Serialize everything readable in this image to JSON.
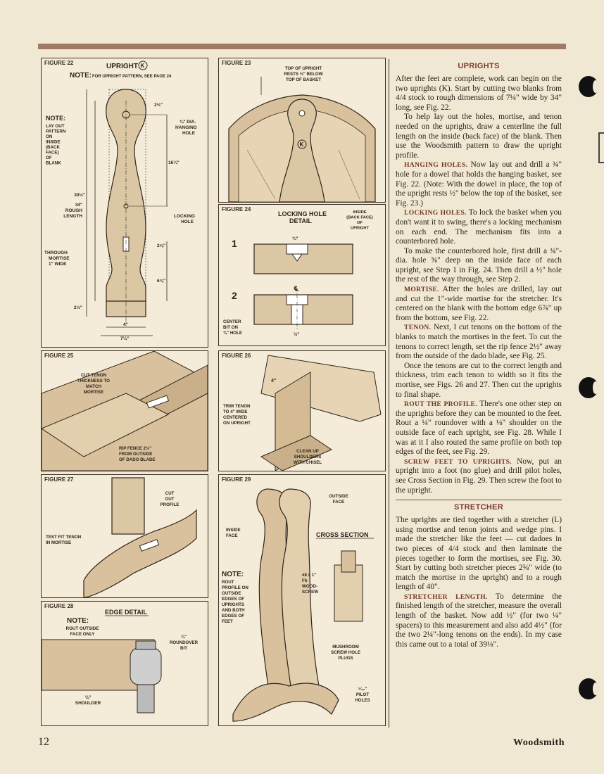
{
  "page": {
    "number": "12",
    "brand": "Woodsmith"
  },
  "figures": {
    "f22": {
      "label": "FIGURE 22",
      "title": "UPRIGHT",
      "key": "K",
      "note_head": "NOTE:",
      "note_rest": "FOR UPRIGHT PATTERN, SEE PAGE 24",
      "side_note": [
        "NOTE:",
        "LAY OUT",
        "PATTERN",
        "ON",
        "INSIDE",
        "(BACK",
        "FACE)",
        "OF",
        "BLANK"
      ],
      "dims": [
        "2½\"",
        "¾\" DIA.",
        "HANGING",
        "HOLE",
        "16¼\"",
        "30½\"",
        "34\"",
        "ROUGH",
        "LENGTH",
        "LOCKING",
        "HOLE",
        "2⅝\"",
        "THROUGH",
        "MORTISE",
        "1\" WIDE",
        "6⅞\"",
        "2½\"",
        "4\"",
        "7¼\""
      ]
    },
    "f23": {
      "label": "FIGURE 23",
      "callout": [
        "TOP OF UPRIGHT",
        "RESTS ½\" BELOW",
        "TOP OF BASKET"
      ],
      "key": "K"
    },
    "f24": {
      "label": "FIGURE 24",
      "title": [
        "LOCKING HOLE",
        "DETAIL"
      ],
      "inside": [
        "INSIDE",
        "(BACK FACE)",
        "OF",
        "UPRIGHT"
      ],
      "step1": "1",
      "step2": "2",
      "d1": "¾\"",
      "d2": "⅝\"",
      "d3": "½\"",
      "center": [
        "CENTER",
        "BIT ON",
        "¾\" HOLE"
      ],
      "cl": "℄"
    },
    "f25": {
      "label": "FIGURE 25",
      "cut": [
        "CUT TENON",
        "THICKNESS TO",
        "MATCH",
        "MORTISE"
      ],
      "rip": [
        "RIP FENCE 2½\"",
        "FROM OUTSIDE",
        "OF DADO BLADE"
      ]
    },
    "f26": {
      "label": "FIGURE 26",
      "dim": "4\"",
      "trim": [
        "TRIM TENON",
        "TO 4\" WIDE",
        "CENTERED",
        "ON UPRIGHT"
      ],
      "clean": [
        "CLEAN UP",
        "SHOULDERS",
        "WITH CHISEL"
      ]
    },
    "f27": {
      "label": "FIGURE 27",
      "cut": [
        "CUT",
        "OUT",
        "PROFILE"
      ],
      "test": [
        "TEST FIT TENON",
        "IN MORTISE"
      ]
    },
    "f28": {
      "label": "FIGURE 28",
      "title": "EDGE DETAIL",
      "note": [
        "NOTE:",
        "ROUT OUTSIDE",
        "FACE ONLY"
      ],
      "bit": [
        "¼\"",
        "ROUNDOVER",
        "BIT"
      ],
      "shoulder": [
        "⅛\"",
        "SHOULDER"
      ]
    },
    "f29": {
      "label": "FIGURE 29",
      "outside": [
        "OUTSIDE",
        "FACE"
      ],
      "inside": [
        "INSIDE",
        "FACE"
      ],
      "cross": "CROSS SECTION",
      "note": [
        "NOTE:",
        "ROUT",
        "PROFILE ON",
        "OUTSIDE",
        "EDGES OF",
        "UPRIGHTS",
        "AND BOTH",
        "EDGES OF",
        "FEET"
      ],
      "screw": [
        "#8 x 1\"",
        "Fh",
        "WOOD-",
        "SCREW"
      ],
      "plugs": [
        "MUSHROOM",
        "SCREW HOLE",
        "PLUGS"
      ],
      "pilot": [
        "⁵⁄₃₂\"",
        "PILOT",
        "HOLES"
      ]
    }
  },
  "text": {
    "h1": "UPRIGHTS",
    "p1": "After the feet are complete, work can begin on the two uprights (K). Start by cutting two blanks from 4/4 stock to rough dimensions of 7¼\" wide by 34\" long, see Fig. 22.",
    "p2": "To help lay out the holes, mortise, and tenon needed on the uprights, draw a centerline the full length on the inside (back face) of the blank. Then use the Woodsmith pattern to draw the upright profile.",
    "p3h": "HANGING HOLES.",
    "p3": " Now lay out and drill a ¾\" hole for a dowel that holds the hanging basket, see Fig. 22. (Note: With the dowel in place, the top of the upright rests ½\" below the top of the basket, see Fig. 23.)",
    "p4h": "LOCKING HOLES.",
    "p4": " To lock the basket when you don't want it to swing, there's a locking mechanism on each end. The mechanism fits into a counterbored hole.",
    "p5": "To make the counterbored hole, first drill a ¾\"-dia. hole ⅝\" deep on the inside face of each upright, see Step 1 in Fig. 24. Then drill a ½\" hole the rest of the way through, see Step 2.",
    "p6h": "MORTISE.",
    "p6": " After the holes are drilled, lay out and cut the 1\"-wide mortise for the stretcher. It's centered on the blank with the bottom edge 6⅞\" up from the bottom, see Fig. 22.",
    "p7h": "TENON.",
    "p7": " Next, I cut tenons on the bottom of the blanks to match the mortises in the feet. To cut the tenons to correct length, set the rip fence 2½\" away from the outside of the dado blade, see Fig. 25.",
    "p8": "Once the tenons are cut to the correct length and thickness, trim each tenon to width so it fits the mortise, see Figs. 26 and 27. Then cut the uprights to final shape.",
    "p9h": "ROUT THE PROFILE.",
    "p9": " There's one other step on the uprights before they can be mounted to the feet. Rout a ¼\" roundover with a ⅛\" shoulder on the outside face of each upright, see Fig. 28. While I was at it I also routed the same profile on both top edges of the feet, see Fig. 29.",
    "p10h": "SCREW FEET TO UPRIGHTS.",
    "p10": " Now, put an upright into a foot (no glue) and drill pilot holes, see Cross Section in Fig. 29. Then screw the foot to the upright.",
    "h2": "STRETCHER",
    "p11": "The uprights are tied together with a stretcher (L) using mortise and tenon joints and wedge pins. I made the stretcher like the feet — cut dadoes in two pieces of 4/4 stock and then laminate the pieces together to form the mortises, see Fig. 30. Start by cutting both stretcher pieces 2⅝\" wide (to match the mortise in the upright) and to a rough length of 40\".",
    "p12h": "STRETCHER LENGTH.",
    "p12": " To determine the finished length of the stretcher, measure the overall length of the basket. Now add ½\" (for two ¼\" spacers) to this measurement and also add 4½\" (for the two 2¼\"-long tenons on the ends). In my case this came out to a total of 39⅛\"."
  }
}
